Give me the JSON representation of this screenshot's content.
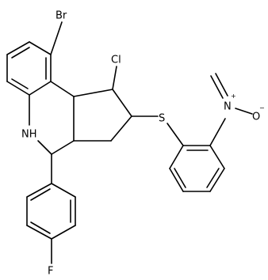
{
  "molecule": {
    "atoms": {
      "br": "Br",
      "cl": "Cl",
      "nh": "NH",
      "s": "S",
      "n_plus": "N",
      "n_plus_charge": "+",
      "o_minus": "O",
      "o_minus_charge": "−",
      "f": "F"
    }
  }
}
